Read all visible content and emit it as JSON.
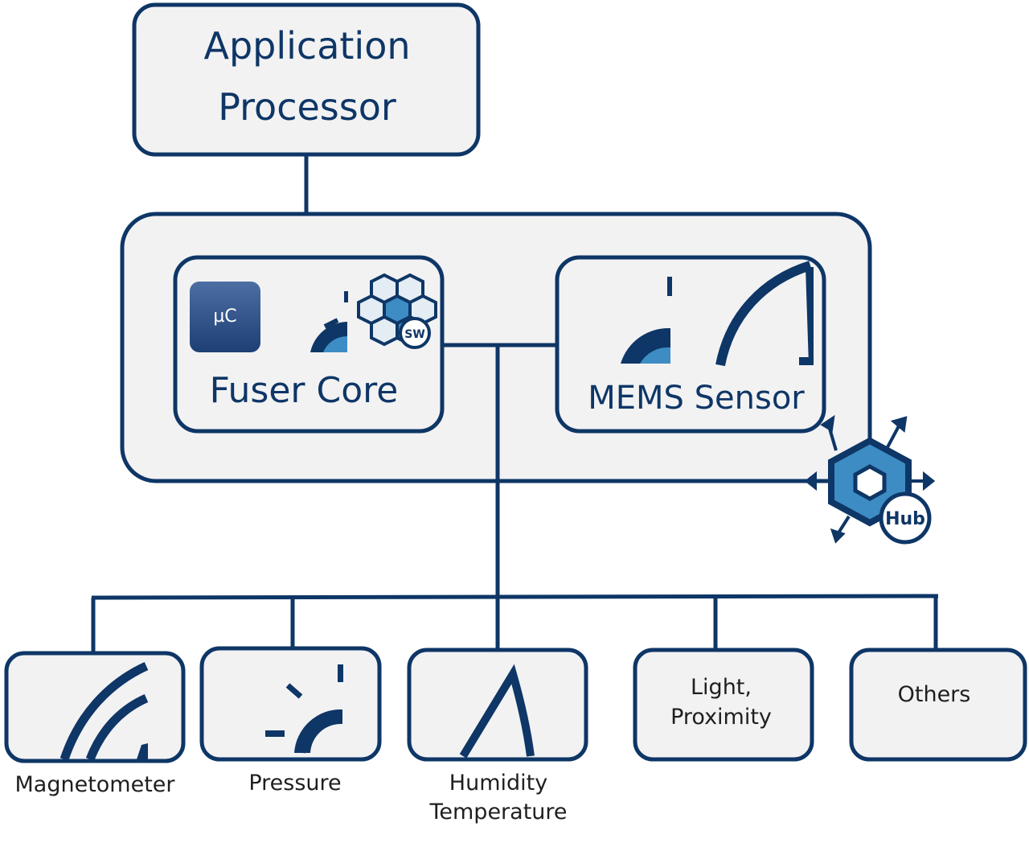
{
  "application_processor": {
    "line1": "Application",
    "line2": "Processor"
  },
  "hub": {
    "fuser_core": {
      "label": "Fuser Core",
      "uc_chip_label": "µC",
      "sw_badge": "SW"
    },
    "mems_sensor": {
      "label": "MEMS Sensor"
    },
    "hub_badge": "Hub"
  },
  "sensors": [
    {
      "name": "magnetometer",
      "caption": "Magnetometer",
      "icon": "magnetometer-arc-icon"
    },
    {
      "name": "pressure",
      "caption": "Pressure",
      "icon": "pressure-gauge-icon"
    },
    {
      "name": "humidity-temperature",
      "caption_line1": "Humidity",
      "caption_line2": "Temperature",
      "icon": "humidity-peak-icon"
    },
    {
      "name": "light-proximity",
      "inner_line1": "Light,",
      "inner_line2": "Proximity"
    },
    {
      "name": "others",
      "inner_label": "Others"
    }
  ],
  "colors": {
    "primary": "#0e3666",
    "accent_light": "#3d8cc4",
    "box_fill": "#f2f2f3"
  }
}
